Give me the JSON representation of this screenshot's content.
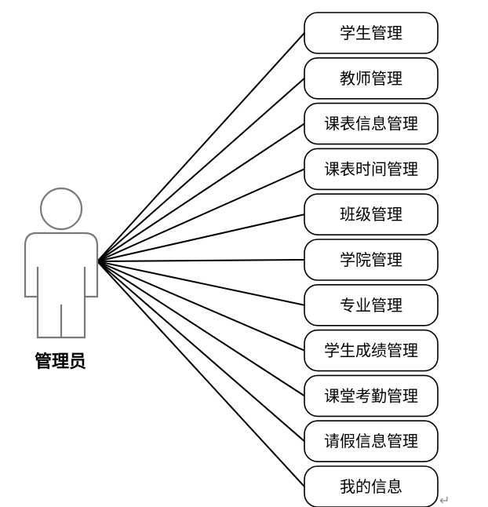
{
  "actor": {
    "label": "管理员",
    "icon": "person-outline-icon"
  },
  "use_cases": [
    {
      "id": "student-management",
      "label": "学生管理"
    },
    {
      "id": "teacher-management",
      "label": "教师管理"
    },
    {
      "id": "timetable-info-management",
      "label": "课表信息管理"
    },
    {
      "id": "timetable-time-management",
      "label": "课表时间管理"
    },
    {
      "id": "class-management",
      "label": "班级管理"
    },
    {
      "id": "college-management",
      "label": "学院管理"
    },
    {
      "id": "major-management",
      "label": "专业管理"
    },
    {
      "id": "student-grade-management",
      "label": "学生成绩管理"
    },
    {
      "id": "class-attendance-management",
      "label": "课堂考勤管理"
    },
    {
      "id": "leave-info-management",
      "label": "请假信息管理"
    },
    {
      "id": "my-info",
      "label": "我的信息"
    }
  ],
  "colors": {
    "actor_outline": "#7a7a7a",
    "lines": "#000000",
    "box_border": "#000000",
    "background": "#ffffff"
  },
  "decor": {
    "return_mark": "↵"
  }
}
